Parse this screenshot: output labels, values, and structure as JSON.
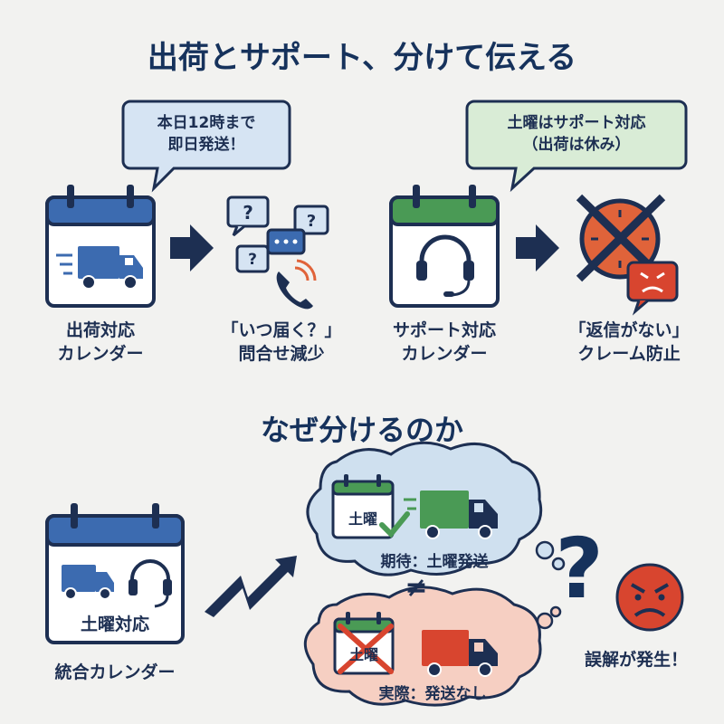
{
  "heading": "出荷とサポート、分けて伝える",
  "subheading": "なぜ分けるのか",
  "shipping": {
    "bubble": "本日12時まで\n即日発送！",
    "calendar_label": "出荷対応\nカレンダー",
    "result_label": "「いつ届く？」\n問合せ減少"
  },
  "support": {
    "bubble": "土曜はサポート対応\n（出荷は休み）",
    "calendar_label": "サポート対応\nカレンダー",
    "result_label": "「返信がない」\nクレーム防止"
  },
  "unified": {
    "calendar_text": "土曜対応",
    "label": "統合カレンダー"
  },
  "expectation": {
    "calendar_text": "土曜",
    "caption": "期待：土曜発送"
  },
  "reality": {
    "calendar_text": "土曜",
    "caption": "実際：発送なし"
  },
  "not_equal": "≠",
  "question_mark": "?",
  "outcome_label": "誤解が発生！",
  "colors": {
    "navy": "#1d2f52",
    "blue": "#3c6bb0",
    "green": "#4a9a55",
    "red": "#d8452f",
    "orange": "#e0633a",
    "bubble_blue": "#d6e4f3",
    "bubble_green": "#d9ecd6",
    "thought_blue": "#cfe0ef",
    "thought_pink": "#f6cfc2"
  }
}
